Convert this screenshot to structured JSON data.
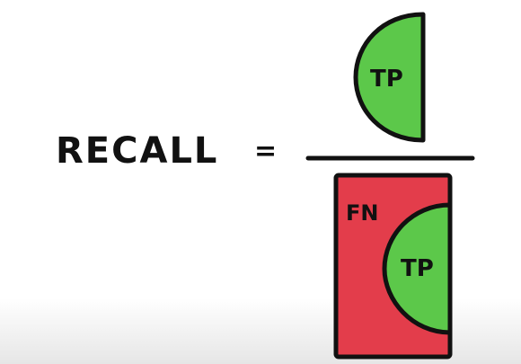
{
  "formula": {
    "lhs": "RECALL",
    "equals": "=",
    "numerator": {
      "label": "TP"
    },
    "denominator": {
      "outer_label": "FN",
      "inner_label": "TP"
    }
  },
  "colors": {
    "true_positive": "#5cc84a",
    "false_negative": "#e33d4b",
    "ink": "#111111",
    "background": "#ffffff"
  }
}
